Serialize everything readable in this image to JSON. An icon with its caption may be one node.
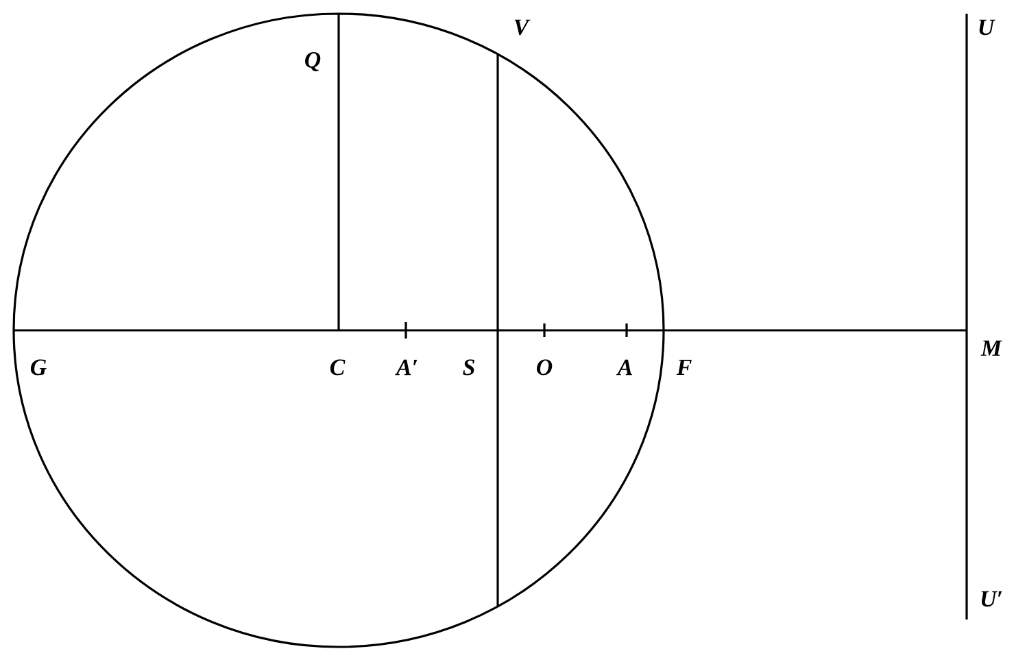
{
  "diagram": {
    "labels": [
      "Q",
      "V",
      "U",
      "G",
      "C",
      "A′",
      "S",
      "O",
      "A",
      "F",
      "M",
      "U′"
    ]
  }
}
